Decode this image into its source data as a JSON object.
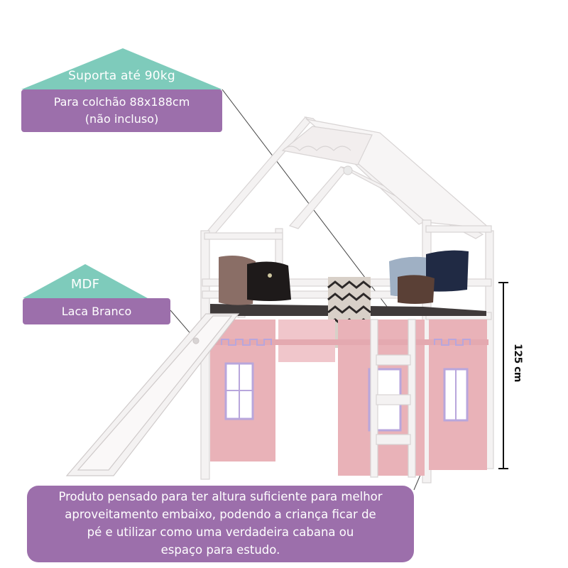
{
  "callouts": {
    "top": {
      "heading": "Suporta até 90kg",
      "lines": [
        "Para colchão 88x188cm",
        "(não incluso)"
      ]
    },
    "middle": {
      "heading": "MDF",
      "lines": [
        "Laca Branco"
      ]
    },
    "bottom": {
      "lines": [
        "Produto pensado para ter altura suficiente para melhor",
        "aproveitamento embaixo, podendo a criança ficar de",
        "pé e utilizar como uma verdadeira cabana ou",
        "espaço para estudo."
      ]
    }
  },
  "dimension": {
    "height_label": "125 cm"
  },
  "colors": {
    "teal": "#7ecbbb",
    "purple": "#9c6fab",
    "pink_curtain": "#e9b2b8",
    "lilac_trim": "#b8a6dc",
    "frame_white": "#f4f2f2"
  }
}
